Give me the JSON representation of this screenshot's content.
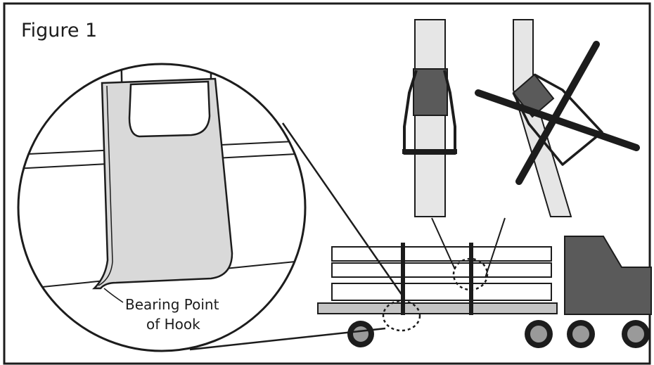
{
  "figure": {
    "title": "Figure 1",
    "callout_line1": "Bearing Point",
    "callout_line2": "of Hook"
  },
  "colors": {
    "outline": "#1c1c1c",
    "light_gray": "#e6e6e6",
    "mid_gray": "#c0c0c0",
    "dark_gray": "#5a5a5a",
    "background": "#ffffff"
  },
  "depictions": {
    "correct_hook": "hook properly seated on strap",
    "incorrect_hook": "hook twisted on strap, crossed out",
    "vehicle": "flatbed trailer with stacked load secured by straps"
  }
}
